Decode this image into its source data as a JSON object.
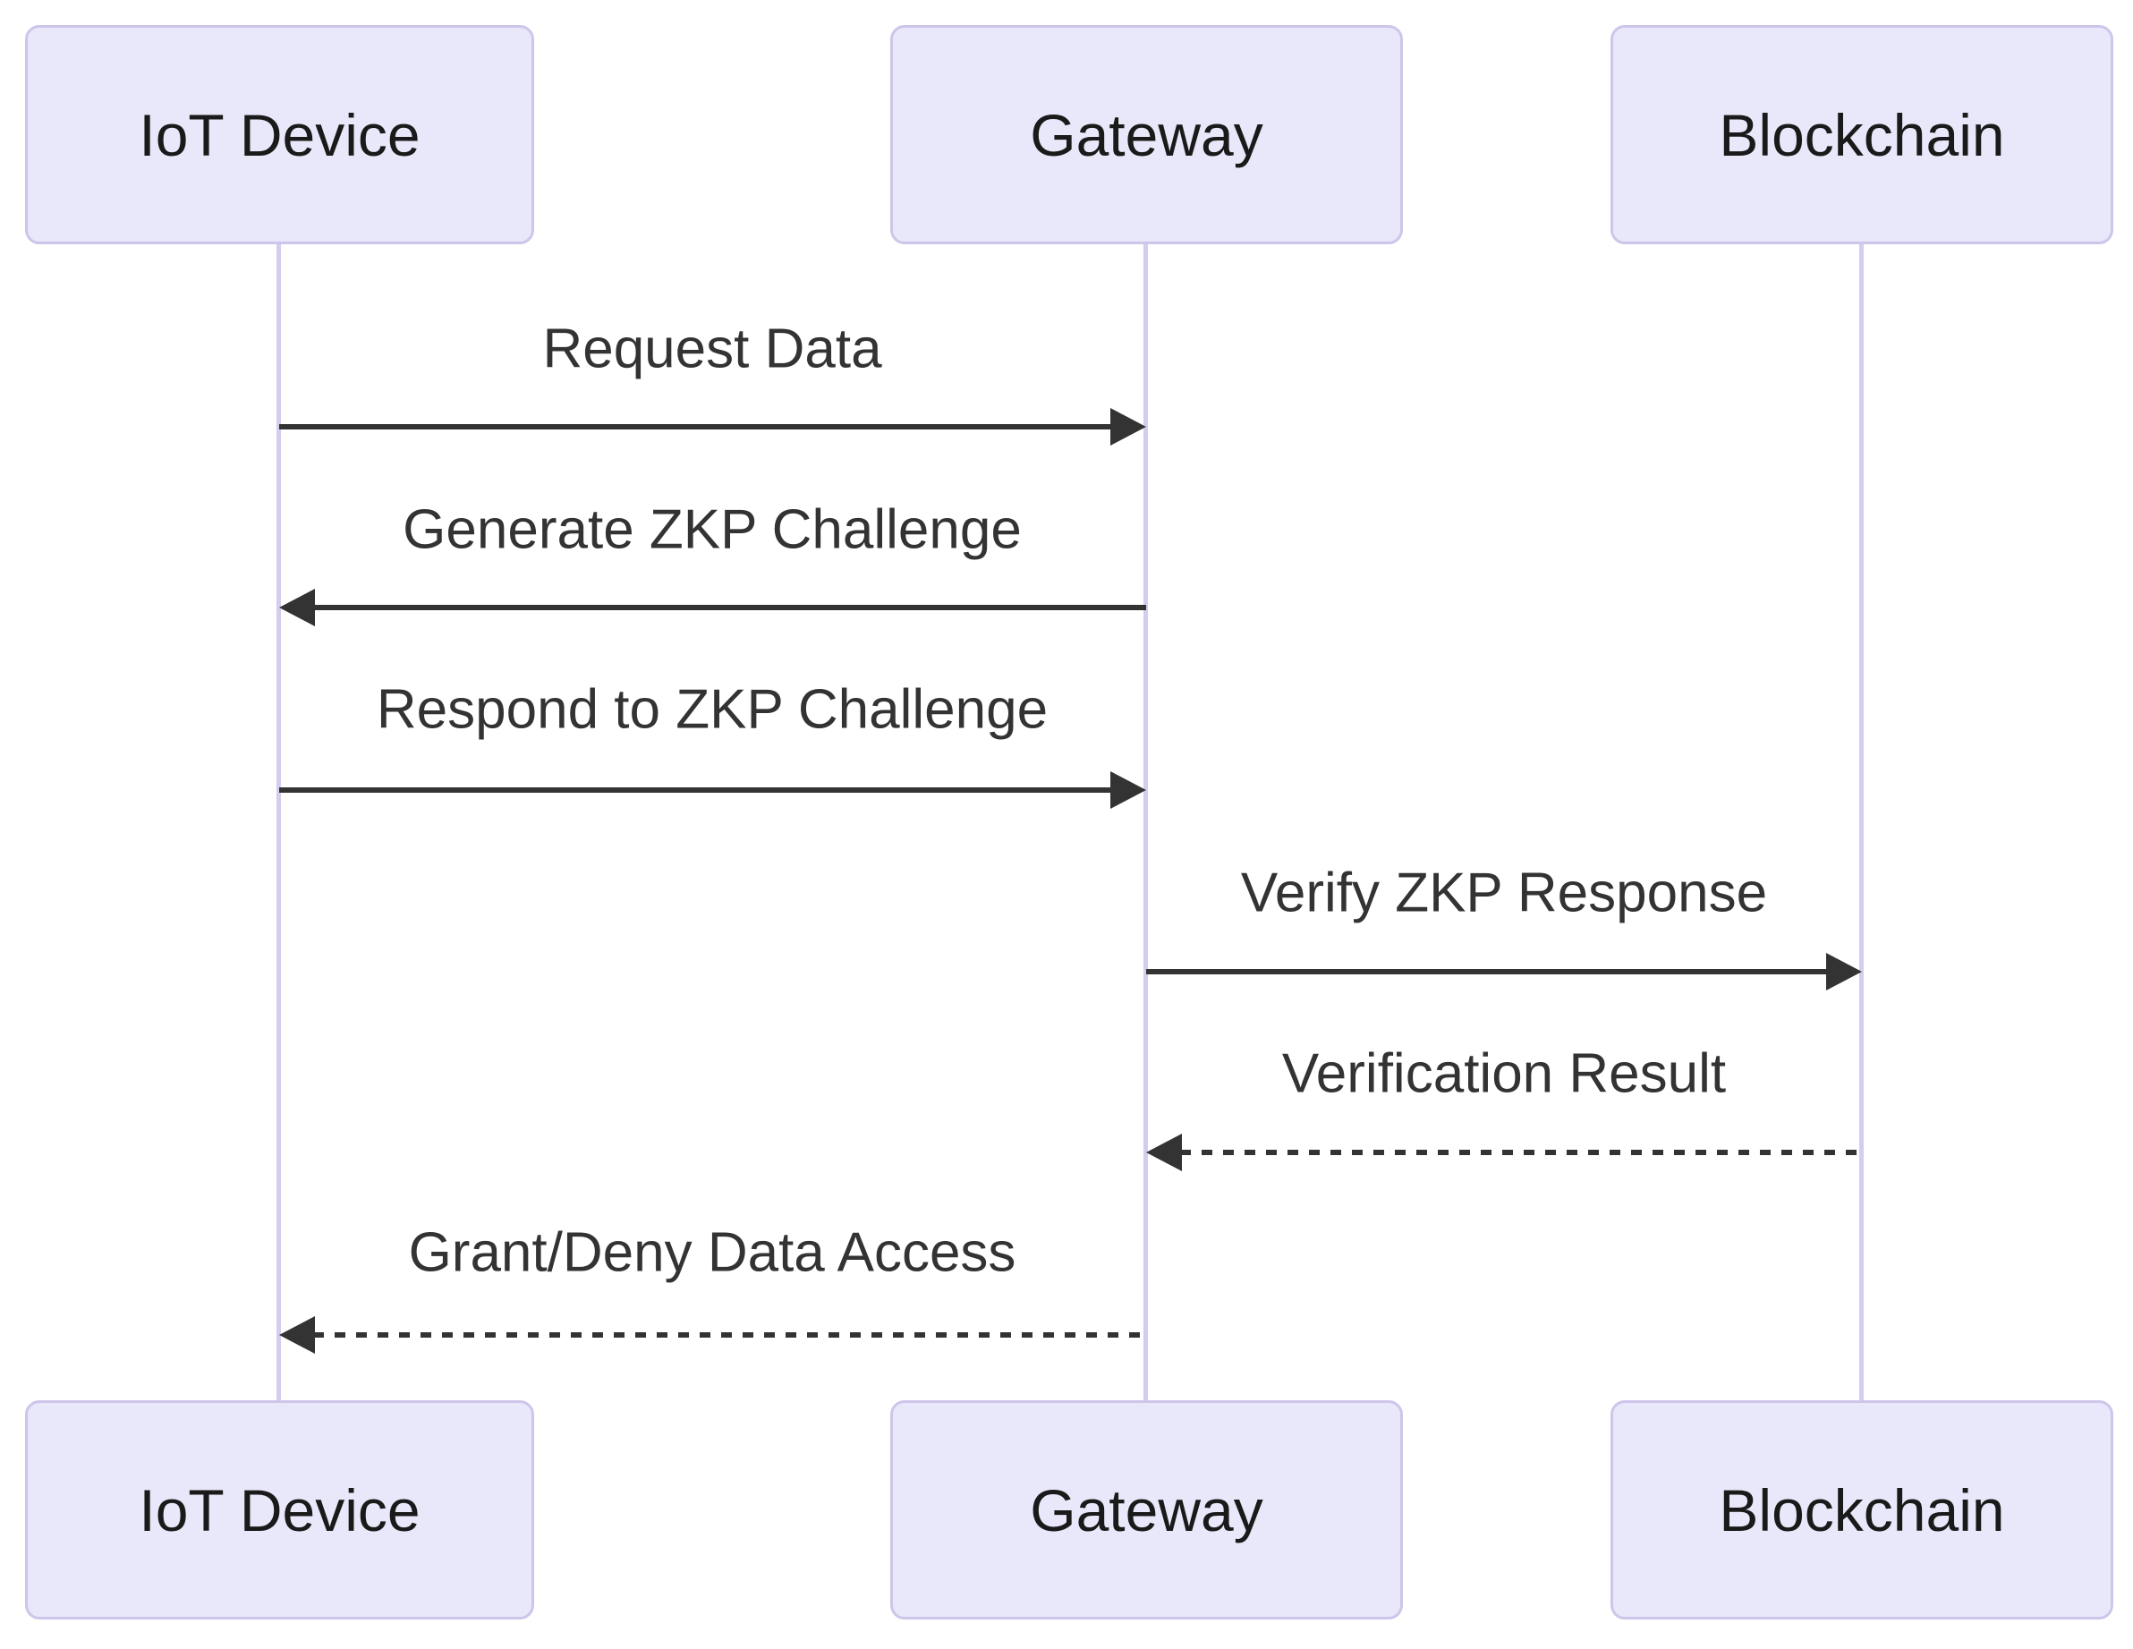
{
  "diagram": {
    "type": "sequence-diagram",
    "actors": [
      {
        "id": "iot-device",
        "label": "IoT Device"
      },
      {
        "id": "gateway",
        "label": "Gateway"
      },
      {
        "id": "blockchain",
        "label": "Blockchain"
      }
    ],
    "messages": [
      {
        "from": "IoT Device",
        "to": "Gateway",
        "label": "Request Data",
        "line": "solid",
        "arrow": "filled"
      },
      {
        "from": "Gateway",
        "to": "IoT Device",
        "label": "Generate ZKP Challenge",
        "line": "solid",
        "arrow": "filled"
      },
      {
        "from": "IoT Device",
        "to": "Gateway",
        "label": "Respond to ZKP Challenge",
        "line": "solid",
        "arrow": "filled"
      },
      {
        "from": "Gateway",
        "to": "Blockchain",
        "label": "Verify ZKP Response",
        "line": "solid",
        "arrow": "filled"
      },
      {
        "from": "Blockchain",
        "to": "Gateway",
        "label": "Verification Result",
        "line": "dashed",
        "arrow": "filled"
      },
      {
        "from": "Gateway",
        "to": "IoT Device",
        "label": "Grant/Deny Data Access",
        "line": "dashed",
        "arrow": "filled"
      }
    ],
    "colors": {
      "background": "#FFFFFF",
      "actor_fill": "#E8E8FA",
      "actor_border": "#CDC6EA",
      "lifeline": "#D5CCEF",
      "arrow": "#333333",
      "message_text": "#333333",
      "actor_text": "#1A1A1A"
    }
  }
}
